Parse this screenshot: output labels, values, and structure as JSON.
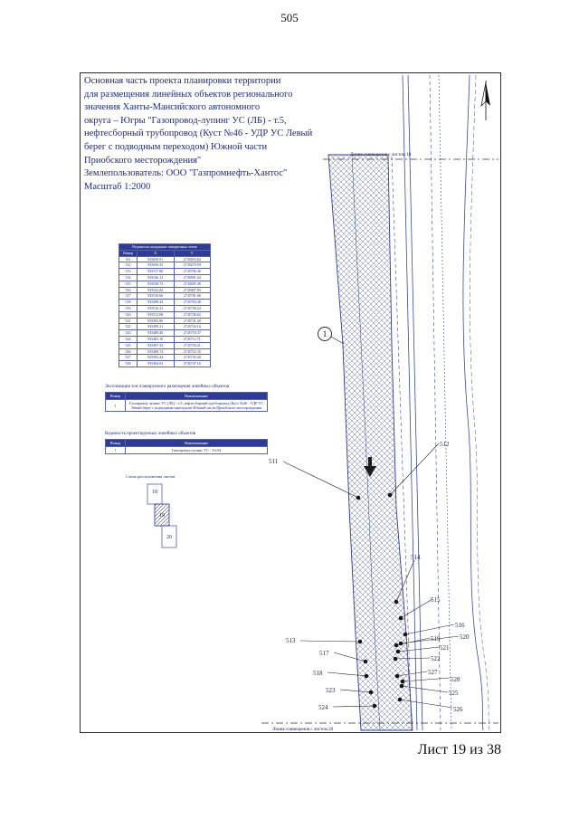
{
  "page": {
    "number": "505",
    "sheet_label": "Лист 19 из 38"
  },
  "title_block": {
    "text": "Основная часть проекта планировки территории\nдля размещения линейных объектов регионального\nзначения Ханты-Мансийского автономного\nокруга – Югры \"Газопровод-лупинг УС (ЛБ) - т.5,\nнефтесборный трубопровод (Куст №46 - УДР УС Левый\nберег с подводным переходом) Южной части\nПриобского месторождения\"\nЗемлепользователь: ООО \"Газпромнефть-Хантос\"\nМасштаб 1:2000"
  },
  "coords_table": {
    "title": "Ведомость координат поворотных точек",
    "headers": [
      "Номер",
      "X",
      "Y"
    ],
    "rows": [
      [
        "511",
        "935659.91",
        "2745653.84"
      ],
      [
        "512",
        "935656.35",
        "2745679.59"
      ],
      [
        "513",
        "935517.86",
        "2745706.46"
      ],
      [
        "514",
        "935546.12",
        "2745691.04"
      ],
      [
        "515",
        "935530.72",
        "2745695.38"
      ],
      [
        "516",
        "935522.04",
        "2745697.83"
      ],
      [
        "517",
        "935510.60",
        "2745701.06"
      ],
      [
        "518",
        "935498.44",
        "2745704.49"
      ],
      [
        "519",
        "935516.32",
        "2745738.24"
      ],
      [
        "520",
        "935512.68",
        "2745746.62"
      ],
      [
        "521",
        "935505.86",
        "2745741.28"
      ],
      [
        "522",
        "935499.21",
        "2745743.16"
      ],
      [
        "523",
        "935489.40",
        "2745710.37"
      ],
      [
        "524",
        "935481.10",
        "2745712.71"
      ],
      [
        "525",
        "935497.32",
        "2745750.21"
      ],
      [
        "526",
        "935489.74",
        "2745752.35"
      ],
      [
        "527",
        "935502.44",
        "2745745.20"
      ],
      [
        "528",
        "935494.04",
        "2745747.16"
      ]
    ]
  },
  "legend1": {
    "caption": "Экспликация зон планируемого размещения линейных объектов",
    "headers": [
      "Номер",
      "Наименование"
    ],
    "rows": [
      [
        "1",
        "Газопровод-лупинг УС (ЛБ) - т.5, нефтесборный трубопровод (Куст №46 - УДР УС Левый берег с подводным переходом) Южной части Приобского месторождения"
      ]
    ]
  },
  "legend2": {
    "caption": "Ведомость проектируемых линейных объектов",
    "headers": [
      "Номер",
      "Наименование"
    ],
    "rows": [
      [
        "1",
        "Газопровод-лупинг УС - Уч.04"
      ]
    ]
  },
  "sheet_scheme": {
    "caption": "Схема расположения листов",
    "sheets": [
      "18",
      "19",
      "20"
    ]
  },
  "map": {
    "match_line_top": "Линия совмещения с листом 18",
    "match_line_bottom": "Линия совмещения с листом 20",
    "zone_number": "1",
    "points": [
      {
        "label": "511"
      },
      {
        "label": "512"
      },
      {
        "label": "513"
      },
      {
        "label": "514"
      },
      {
        "label": "515"
      },
      {
        "label": "516"
      },
      {
        "label": "517"
      },
      {
        "label": "518"
      },
      {
        "label": "519"
      },
      {
        "label": "520"
      },
      {
        "label": "521"
      },
      {
        "label": "522"
      },
      {
        "label": "523"
      },
      {
        "label": "524"
      },
      {
        "label": "525"
      },
      {
        "label": "526"
      },
      {
        "label": "527"
      },
      {
        "label": "528"
      }
    ]
  }
}
